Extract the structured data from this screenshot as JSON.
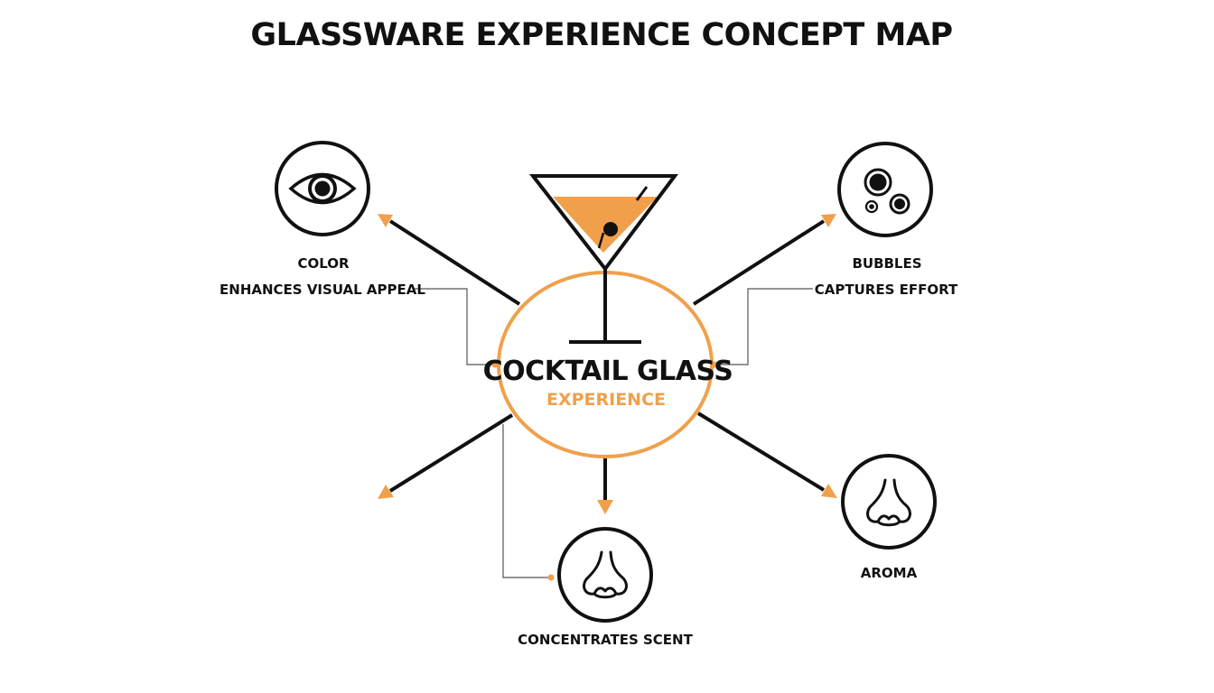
{
  "title": "GLASSWARE EXPERIENCE CONCEPT MAP",
  "center": {
    "title": "COCKTAIL GLASS",
    "subtitle": "EXPERIENCE"
  },
  "nodes": [
    {
      "id": "color",
      "title": "COLOR",
      "description": "ENHANCES VISUAL APPEAL",
      "icon": "eye-icon"
    },
    {
      "id": "bubbles",
      "title": "BUBBLES",
      "description": "CAPTURES EFFORT",
      "icon": "bubbles-icon"
    },
    {
      "id": "aroma",
      "title": "AROMA",
      "icon": "nose-icon"
    },
    {
      "id": "scent",
      "description": "CONCENTRATES SCENT",
      "icon": "nose-icon"
    }
  ],
  "colors": {
    "accent": "#f0a04b",
    "stroke": "#111111",
    "background": "#ffffff",
    "connector": "#555555"
  }
}
